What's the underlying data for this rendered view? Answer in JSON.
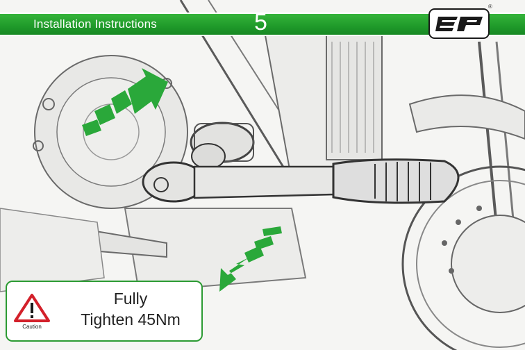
{
  "header": {
    "title": "Installation Instructions",
    "step_number": "5",
    "logo_mark": "ep",
    "registered_mark": "®"
  },
  "caution": {
    "label": "Caution",
    "line1": "Fully",
    "line2": "Tighten 45Nm",
    "icon": "warning-triangle-icon"
  },
  "colors": {
    "brand_green": "#1f9a2a",
    "arrow_green": "#2aa83a",
    "caution_red": "#d3202a"
  },
  "illustration": {
    "description_icon": "motorcycle-sketch",
    "arrows": [
      "rotation-arrow-upper",
      "rotation-arrow-lower"
    ]
  }
}
